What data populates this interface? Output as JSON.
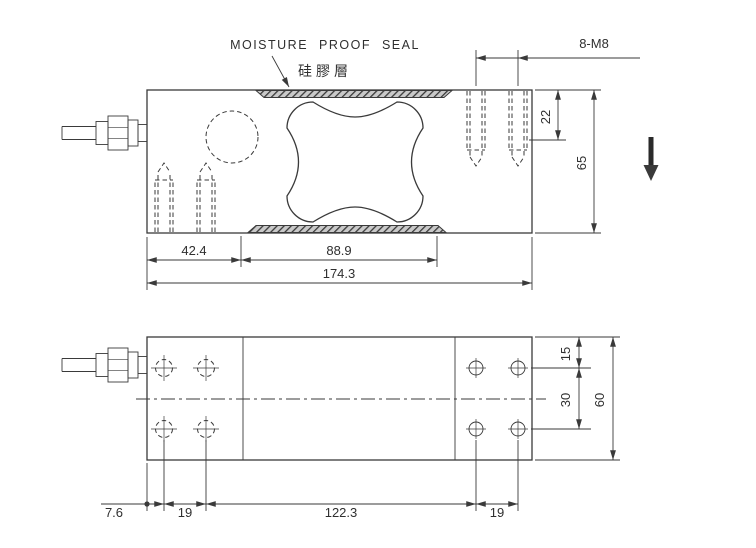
{
  "annotations": {
    "seal_label_en": "MOISTURE PROOF SEAL",
    "seal_label_zh": "硅膠層",
    "thread_callout": "8-M8"
  },
  "side_view": {
    "thread_depth": "22",
    "body_height": "65",
    "left_section": "42.4",
    "center_section": "88.9",
    "overall_length": "174.3"
  },
  "plan_view": {
    "edge_to_hole_row": "15",
    "hole_row_spacing": "30",
    "body_width": "60",
    "edge_to_first_hole": "7.6",
    "left_hole_pitch": "19",
    "hole_span": "122.3",
    "right_hole_pitch": "19"
  },
  "colors": {
    "line": "#3a3a3a",
    "text": "#2f2f2f",
    "background": "#ffffff"
  }
}
